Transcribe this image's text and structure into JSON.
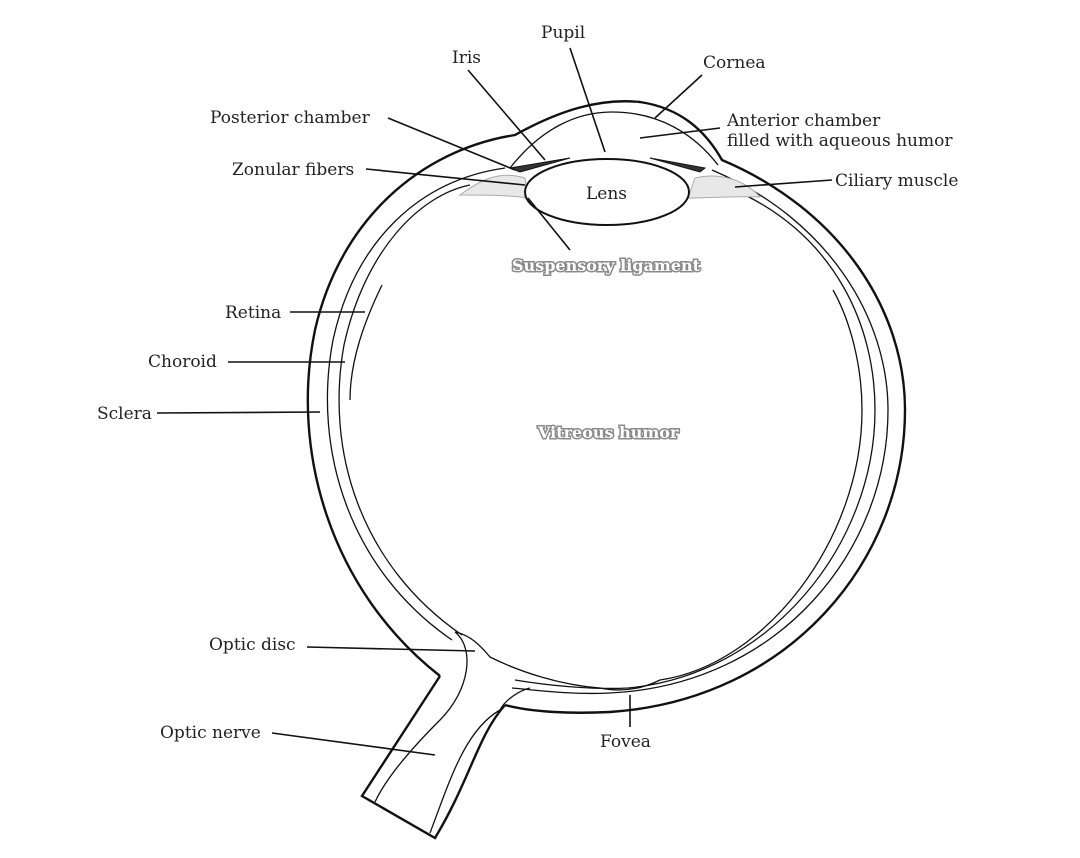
{
  "diagram": {
    "title": "Human eye anatomy",
    "labels": {
      "pupil": "Pupil",
      "iris": "Iris",
      "cornea": "Cornea",
      "anterior_chamber_1": "Anterior chamber",
      "anterior_chamber_2": "filled with aqueous humor",
      "posterior_chamber": "Posterior chamber",
      "zonular_fibers": "Zonular fibers",
      "lens": "Lens",
      "ciliary_muscle": "Ciliary muscle",
      "suspensory_ligament": "Suspensory ligament",
      "retina": "Retina",
      "choroid": "Choroid",
      "sclera": "Sclera",
      "vitreous_humor": "Vitreous humor",
      "optic_disc": "Optic disc",
      "optic_nerve": "Optic nerve",
      "fovea": "Fovea"
    }
  }
}
